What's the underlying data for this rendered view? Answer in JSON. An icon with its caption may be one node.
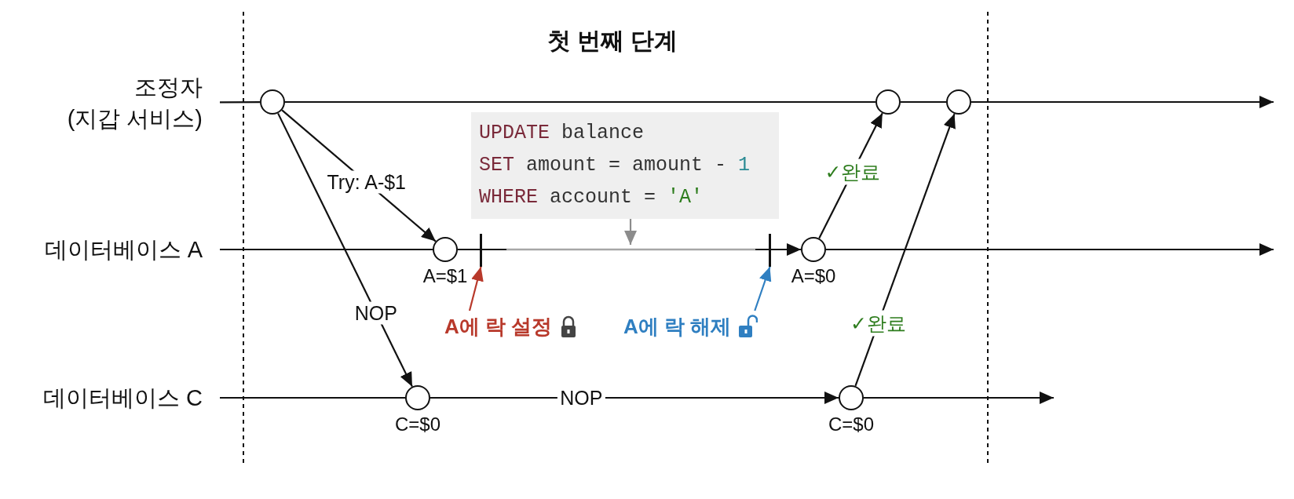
{
  "diagram": {
    "title": "첫 번째 단계",
    "nodes": [
      {
        "text": [
          "조정자",
          "(지갑 서비스)"
        ]
      },
      {
        "text": [
          "데이터베이스 A"
        ]
      },
      {
        "text": [
          "데이터베이스 C"
        ]
      },
      {
        "text": [],
        "shape": "circle"
      },
      {
        "text": [],
        "shape": "circle",
        "beside": [
          "A=$1"
        ]
      },
      {
        "text": [],
        "shape": "circle",
        "beside": [
          "C=$0"
        ]
      },
      {
        "text": [
          "UPDATE balance",
          "SET amount = amount - 1",
          "WHERE account = 'A'"
        ]
      },
      {
        "text": [],
        "shape": "circle",
        "beside": [
          "A=$0"
        ]
      },
      {
        "text": [],
        "shape": "circle",
        "beside": [
          "C=$0"
        ]
      },
      {
        "text": [],
        "shape": "circle"
      },
      {
        "text": [],
        "shape": "circle"
      },
      {
        "text": [
          "A에 락 설정"
        ]
      },
      {
        "text": [
          "A에 락 해제"
        ]
      },
      {
        "text": [],
        "shape": "bar"
      },
      {
        "text": [],
        "shape": "bar"
      }
    ],
    "edges": [
      {
        "from": 0,
        "to": 3,
        "arrow": "none"
      },
      {
        "from": 3,
        "to": 9,
        "arrow": "none"
      },
      {
        "from": 9,
        "to": 10,
        "arrow": "none"
      },
      {
        "from": 10,
        "to": null,
        "arrow": "to"
      },
      {
        "from": 1,
        "to": 4,
        "arrow": "none"
      },
      {
        "from": 4,
        "to": 7,
        "arrow": "to"
      },
      {
        "from": 7,
        "to": null,
        "arrow": "to"
      },
      {
        "from": 2,
        "to": 5,
        "arrow": "none"
      },
      {
        "from": 5,
        "to": 8,
        "arrow": "to",
        "label": "NOP"
      },
      {
        "from": 8,
        "to": null,
        "arrow": "to"
      },
      {
        "from": 3,
        "to": 4,
        "arrow": "to",
        "label": "Try: A-$1"
      },
      {
        "from": 3,
        "to": 5,
        "arrow": "to",
        "label": "NOP"
      },
      {
        "from": 7,
        "to": 9,
        "arrow": "to",
        "label": "✓완료"
      },
      {
        "from": 8,
        "to": 10,
        "arrow": "to",
        "label": "✓완료"
      },
      {
        "from": 6,
        "to": null,
        "arrow": "to",
        "color": "#8c8c8c"
      },
      {
        "from": 11,
        "to": 13,
        "arrow": "to",
        "color": "#b8392b"
      },
      {
        "from": 12,
        "to": 14,
        "arrow": "to",
        "color": "#2f7fc1"
      }
    ]
  }
}
